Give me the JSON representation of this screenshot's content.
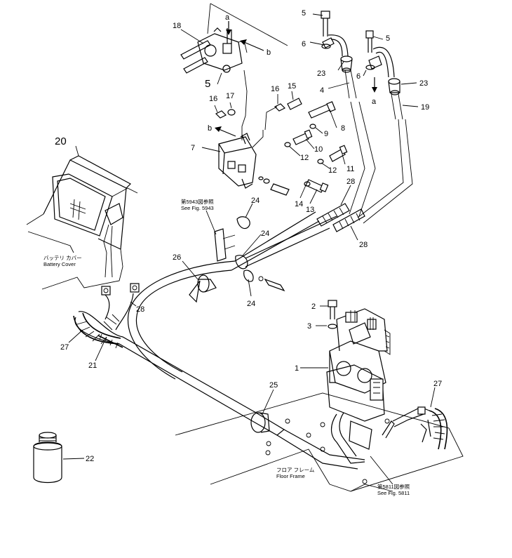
{
  "callouts": {
    "c1": "1",
    "c2": "2",
    "c3": "3",
    "c4": "4",
    "c5a": "5",
    "c5b": "5",
    "c5c": "5",
    "c6a": "6",
    "c6b": "6",
    "c7": "7",
    "c8": "8",
    "c9": "9",
    "c10": "10",
    "c11": "11",
    "c12a": "12",
    "c12b": "12",
    "c13": "13",
    "c14": "14",
    "c15": "15",
    "c16a": "16",
    "c16b": "16",
    "c17": "17",
    "c18": "18",
    "c19": "19",
    "c20": "20",
    "c21": "21",
    "c22": "22",
    "c23a": "23",
    "c23b": "23",
    "c24a": "24",
    "c24b": "24",
    "c24c": "24",
    "c25": "25",
    "c26": "26",
    "c27a": "27",
    "c27b": "27",
    "c28a": "28",
    "c28b": "28",
    "c28c": "28",
    "ma1": "a",
    "ma2": "a",
    "mb1": "b",
    "mb2": "b"
  },
  "annotations": {
    "fig5943_jp": "第5943図参照",
    "fig5943_en": "See Fig. 5943",
    "battery_jp": "バッテリ カバー",
    "battery_en": "Battery Cover",
    "floor_jp": "フロア フレーム",
    "floor_en": "Floor Frame",
    "fig5811_jp": "第5811図参照",
    "fig5811_en": "See Fig. 5811"
  }
}
